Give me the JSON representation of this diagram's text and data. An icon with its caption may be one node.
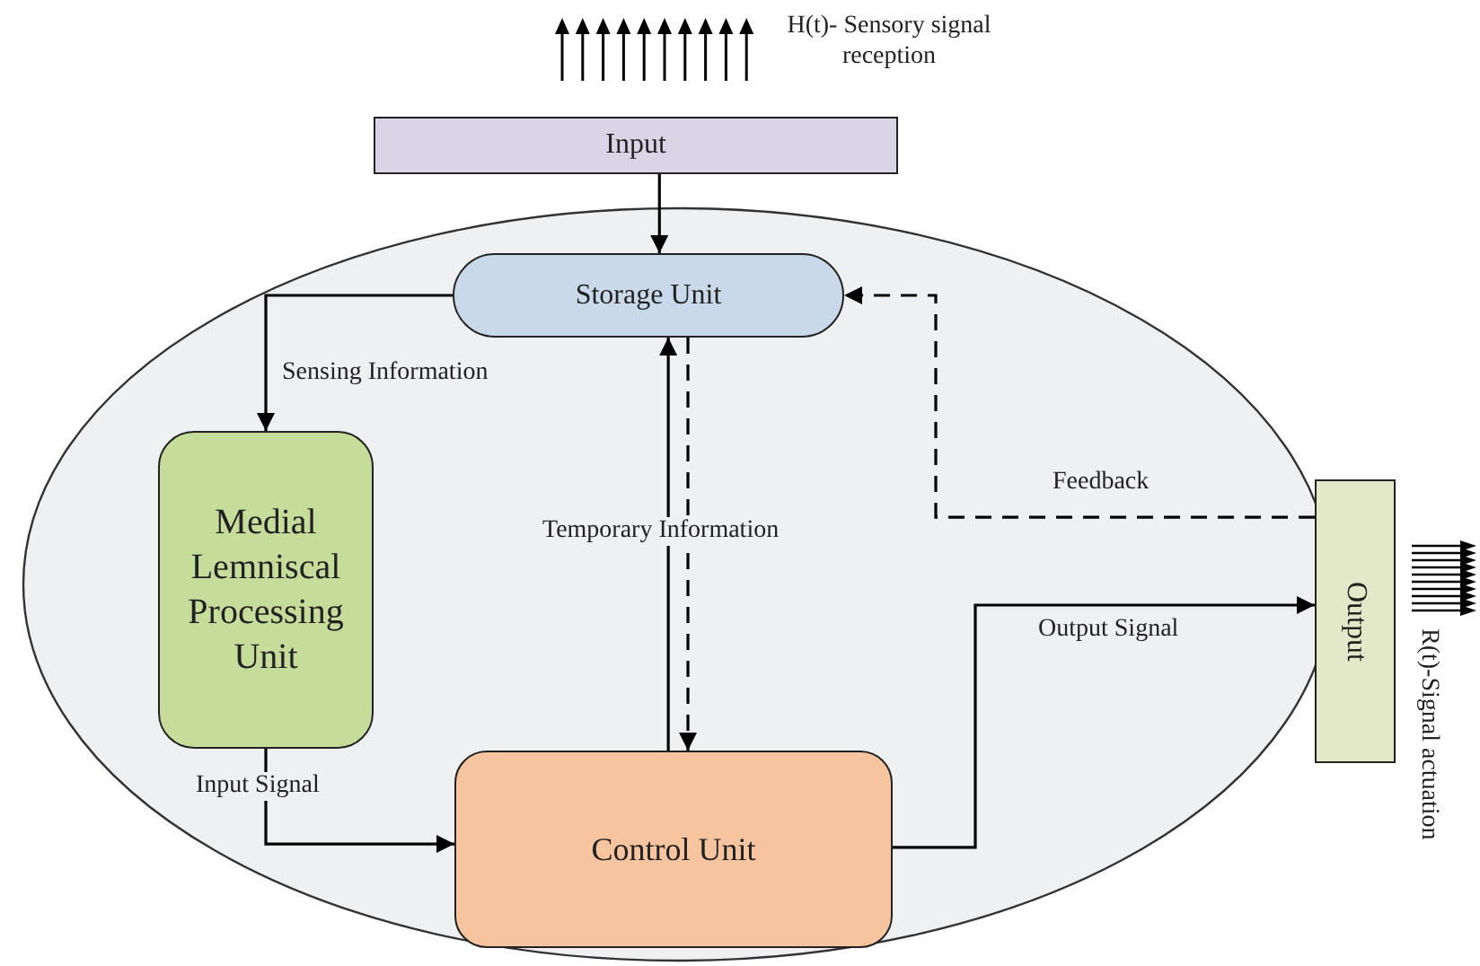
{
  "diagram": {
    "nodes": [
      {
        "text": [],
        "shape": "ellipse"
      },
      {
        "text": [
          "Input"
        ]
      },
      {
        "text": [
          "Storage Unit"
        ],
        "in": 0
      },
      {
        "text": [
          "Medial Lemniscal Processing Unit"
        ],
        "in": 0
      },
      {
        "text": [
          "Control Unit"
        ],
        "in": 0
      },
      {
        "text": [
          "Output"
        ]
      }
    ],
    "edges": [
      {
        "from": 1,
        "to": 2,
        "arrow": "to"
      },
      {
        "from": 2,
        "to": 3,
        "arrow": "to",
        "label": "Sensing Information"
      },
      {
        "from": 3,
        "to": 4,
        "arrow": "to",
        "label": "Input Signal"
      },
      {
        "from": 4,
        "to": 2,
        "arrow": "to",
        "label": "Temporary Information"
      },
      {
        "from": 2,
        "to": 4,
        "arrow": "to",
        "style": "dashed"
      },
      {
        "from": 4,
        "to": 5,
        "arrow": "to",
        "label": "Output Signal"
      },
      {
        "from": 5,
        "to": 2,
        "arrow": "to",
        "style": "dashed",
        "label": "Feedback"
      }
    ],
    "labels": [
      "H(t)- Sensory signal reception",
      "R(t)-Signal actuation"
    ]
  }
}
